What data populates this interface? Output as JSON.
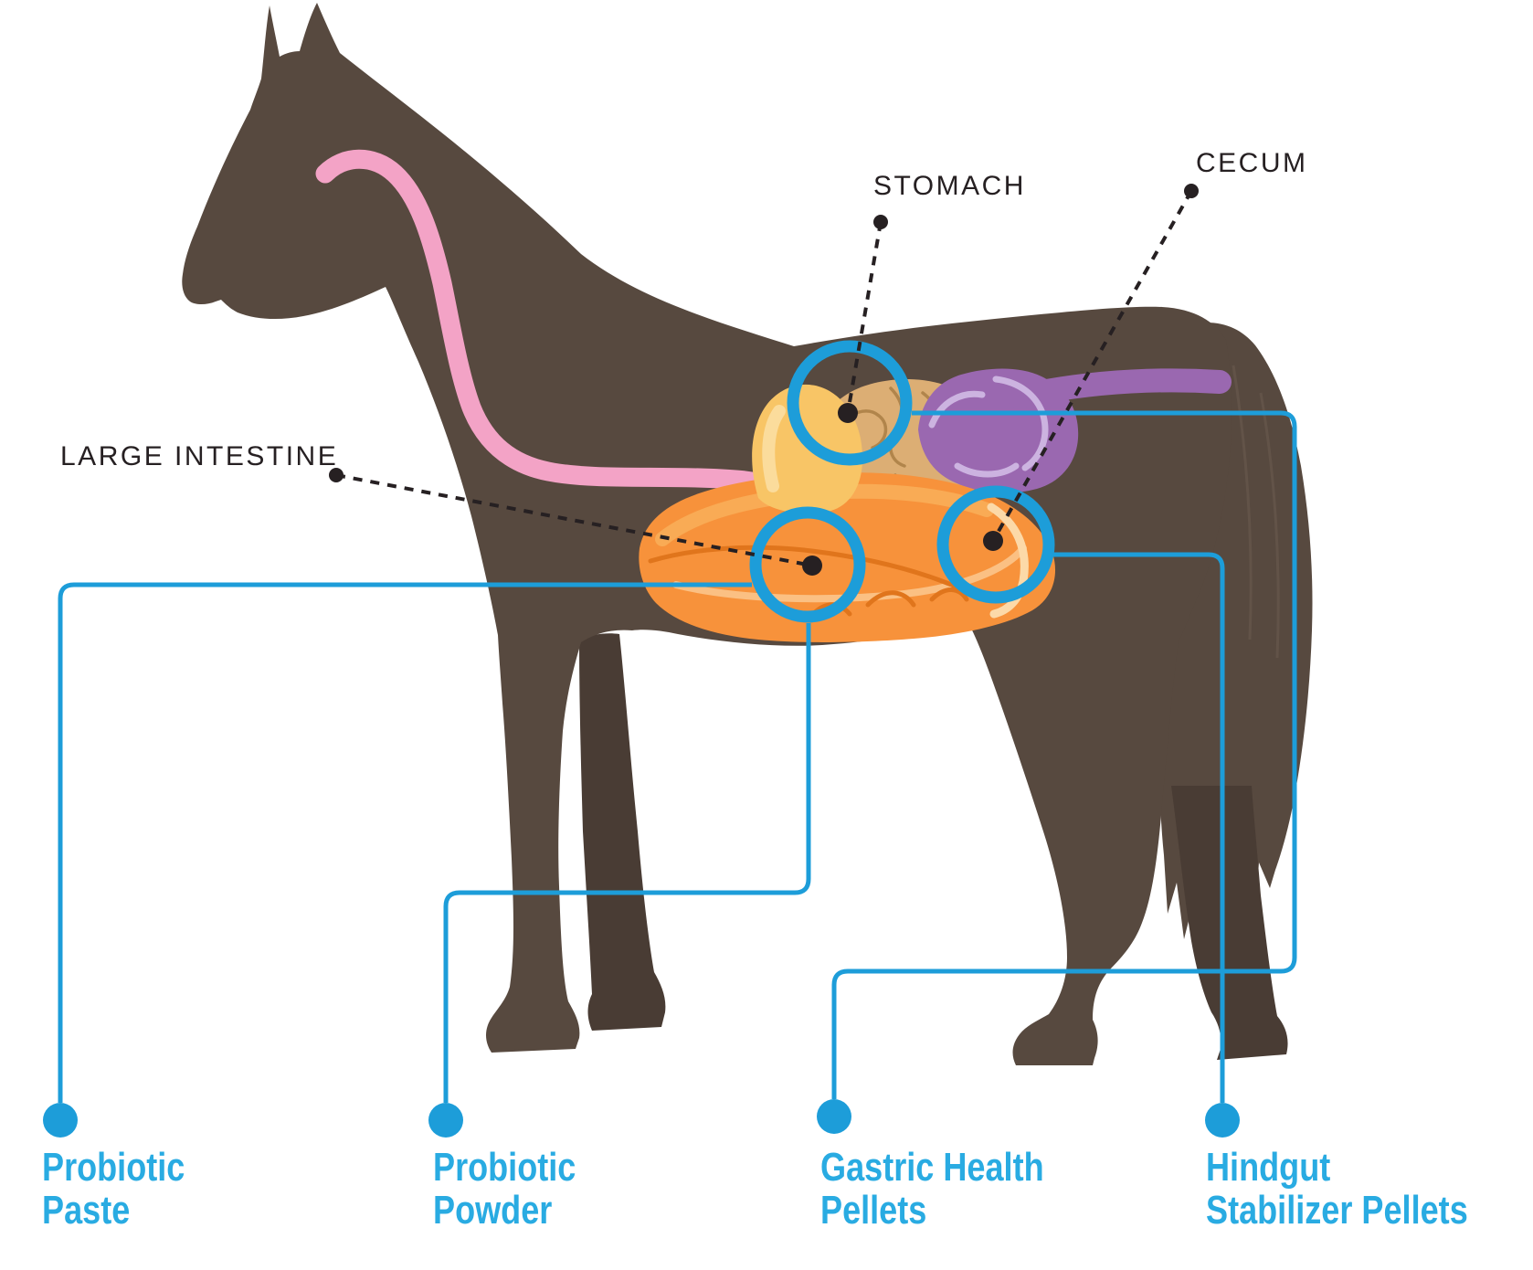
{
  "diagram": {
    "organ_labels": {
      "stomach": "STOMACH",
      "cecum": "CECUM",
      "large_intestine": "LARGE INTESTINE"
    },
    "products": [
      {
        "line1": "Probiotic",
        "line2": "Paste"
      },
      {
        "line1": "Probiotic",
        "line2": "Powder"
      },
      {
        "line1": "Gastric Health",
        "line2": "Pellets"
      },
      {
        "line1": "Hindgut",
        "line2": "Stabilizer Pellets"
      }
    ]
  },
  "colors": {
    "accent": "#1d9dd9",
    "product-text": "#29abe2",
    "label-text": "#262022",
    "horse": "#57493f",
    "horse-dark": "#493c34",
    "tail-streak": "#6b5b50",
    "pink": "#f3a3c6",
    "stomach": "#f8c566",
    "stomach-hi": "#fbdc9c",
    "tan": "#dcae74",
    "tan-fold": "#b1854b",
    "purple": "#9a68b0",
    "purple-light": "#ccb3e0",
    "orange": "#f7923b",
    "orange-light": "#f9ab55",
    "orange-mid": "#fbc083",
    "orange-dark": "#e0751c",
    "cream": "#fcd9a8"
  }
}
